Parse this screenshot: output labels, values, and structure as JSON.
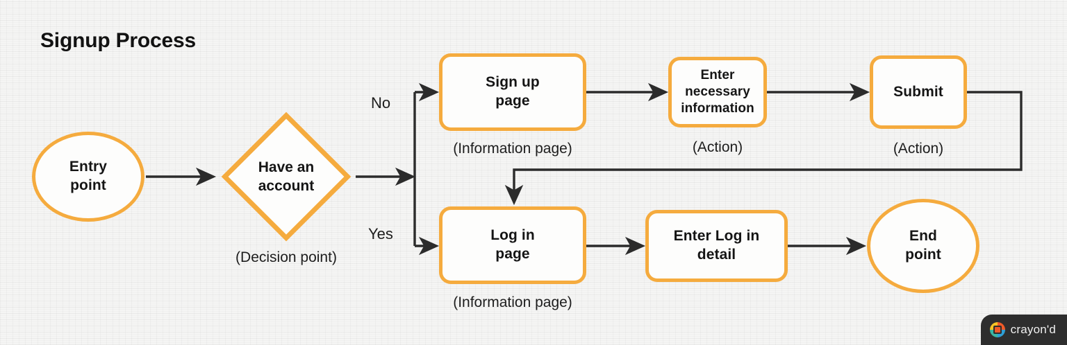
{
  "page": {
    "title": "Signup Process",
    "background_color": "#f5f5f4",
    "accent_color": "#F5AB3E",
    "line_color": "#2b2b2b",
    "text_color": "#151515"
  },
  "diagram": {
    "type": "flowchart",
    "nodes": [
      {
        "id": "entry",
        "shape": "circle",
        "label": "Entry\npoint",
        "label_line1": "Entry",
        "label_line2": "point",
        "caption": ""
      },
      {
        "id": "decision",
        "shape": "diamond",
        "label": "Have an\naccount",
        "label_line1": "Have an",
        "label_line2": "account",
        "caption": "(Decision point)"
      },
      {
        "id": "signup",
        "shape": "rect",
        "label": "Sign up\npage",
        "label_line1": "Sign up",
        "label_line2": "page",
        "caption": "(Information page)"
      },
      {
        "id": "enterinfo",
        "shape": "rect",
        "label": "Enter\nnecessary\ninformation",
        "label_line1": "Enter",
        "label_line2": "necessary",
        "label_line3": "information",
        "caption": "(Action)"
      },
      {
        "id": "submit",
        "shape": "rect",
        "label": "Submit",
        "label_line1": "Submit",
        "label_line2": "",
        "caption": "(Action)"
      },
      {
        "id": "login",
        "shape": "rect",
        "label": "Log in\npage",
        "label_line1": "Log in",
        "label_line2": "page",
        "caption": "(Information page)"
      },
      {
        "id": "logindetail",
        "shape": "rect",
        "label": "Enter Log in\ndetail",
        "label_line1": "Enter Log in",
        "label_line2": "detail",
        "caption": ""
      },
      {
        "id": "end",
        "shape": "circle",
        "label": "End\npoint",
        "label_line1": "End",
        "label_line2": "point",
        "caption": ""
      }
    ],
    "edge_labels": [
      {
        "id": "branch-no",
        "text": "No"
      },
      {
        "id": "branch-yes",
        "text": "Yes"
      }
    ],
    "edges": [
      {
        "from": "entry",
        "to": "decision",
        "label": ""
      },
      {
        "from": "decision",
        "to": "signup",
        "label": "No"
      },
      {
        "from": "decision",
        "to": "login",
        "label": "Yes"
      },
      {
        "from": "signup",
        "to": "enterinfo",
        "label": ""
      },
      {
        "from": "enterinfo",
        "to": "submit",
        "label": ""
      },
      {
        "from": "submit",
        "to": "login",
        "label": ""
      },
      {
        "from": "login",
        "to": "logindetail",
        "label": ""
      },
      {
        "from": "logindetail",
        "to": "end",
        "label": ""
      }
    ]
  },
  "brand": {
    "name": "crayon'd"
  }
}
